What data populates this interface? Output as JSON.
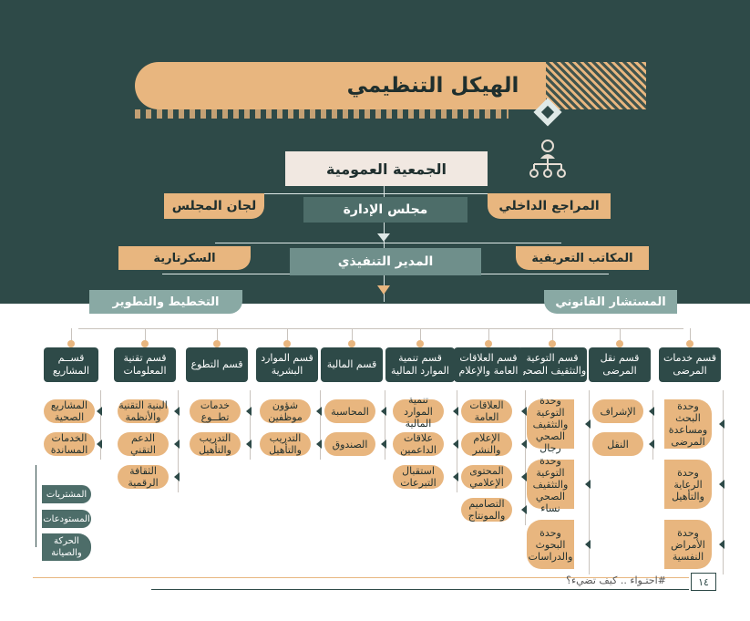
{
  "title": "الهيكل التنظيمي",
  "general_assembly": "الجمعية العمومية",
  "board": "مجلس الإدارة",
  "internal_audit": "المراجع الداخلي",
  "board_committees": "لجان المجلس",
  "executive_director": "المدير التنفيذي",
  "intro_offices": "المكاتب التعريفية",
  "secretariat": "السكرتارية",
  "legal_advisor": "المستشار القانوني",
  "planning": "التخطيط والتطوير",
  "departments": [
    {
      "title": "قسم خدمات المرضى",
      "subs": [
        "وحدة البحث ومساعدة المرضى",
        "وحدة الرعاية والتأهيل",
        "وحدة الأمراض النفسية"
      ]
    },
    {
      "title": "قسم نقل المرضى",
      "subs": [
        "الإشراف",
        "النقل"
      ]
    },
    {
      "title": "قسم التوعية والتثقيف الصحي",
      "subs": [
        "وحدة التوعية والتثقيف الصحي رجال",
        "وحدة التوعية والتثقيف الصحي نساء",
        "وحدة البحوث والدراسات"
      ]
    },
    {
      "title": "قسم العلاقات العامة والإعلام",
      "subs": [
        "العلاقات العامة",
        "الإعلام والنشر",
        "المحتوى الإعلامي",
        "التصاميم والمونتاج"
      ]
    },
    {
      "title": "قسم تنمية الموارد المالية",
      "subs": [
        "تنمية الموارد المالية",
        "علاقات الداعمين",
        "استقبال التبرعات"
      ]
    },
    {
      "title": "قسم المالية",
      "subs": [
        "المحاسبة",
        "الصندوق"
      ]
    },
    {
      "title": "قسم الموارد البشرية",
      "subs": [
        "شؤون موظفين",
        "التدريب والتأهيل"
      ]
    },
    {
      "title": "قسم التطوع",
      "subs": [
        "خدمات تطــوع",
        "التدريب والتأهيل"
      ]
    },
    {
      "title": "قسم تقنية المعلومات",
      "subs": [
        "البنية التقنية والأنظمة",
        "الدعم التقني",
        "الثقافة الرقمية"
      ]
    },
    {
      "title": "قســم المشاريع",
      "subs": [
        "المشاريع الصحية",
        "الخدمات المساندة"
      ]
    }
  ],
  "support_subs": [
    "المشتريات",
    "المستودعات",
    "الحركة والصيانة"
  ],
  "footer": {
    "page": "١٤",
    "tagline": "#احتـواء .. كيف تضيء؟"
  },
  "colors": {
    "dark": "#2e4a48",
    "orange": "#e8b67f",
    "teal": "#4d6d69",
    "cream": "#f1e8e1"
  }
}
